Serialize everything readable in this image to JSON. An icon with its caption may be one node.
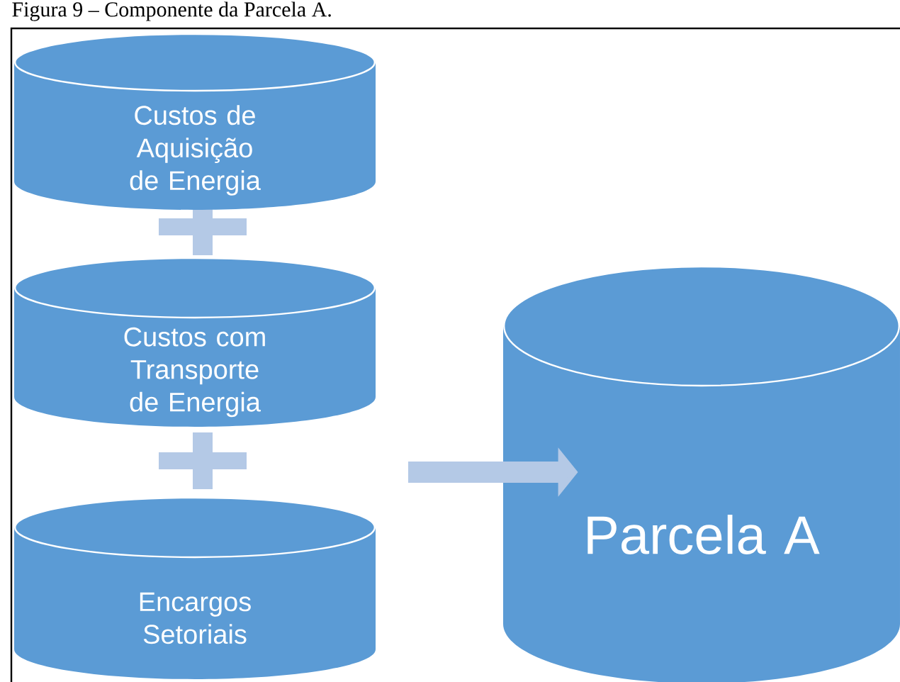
{
  "diagram": {
    "title": "Figura 9 – Componente da Parcela A.",
    "nodes": [
      {
        "text": [
          "Custos de Aquisição de Energia"
        ]
      },
      {
        "text": [
          "Custos com Transporte de Energia"
        ]
      },
      {
        "text": [
          "Encargos Setoriais"
        ]
      },
      {
        "text": [
          "Parcela A"
        ]
      }
    ],
    "edges": [
      {
        "from": null,
        "to": 3,
        "arrow": "to"
      }
    ]
  }
}
